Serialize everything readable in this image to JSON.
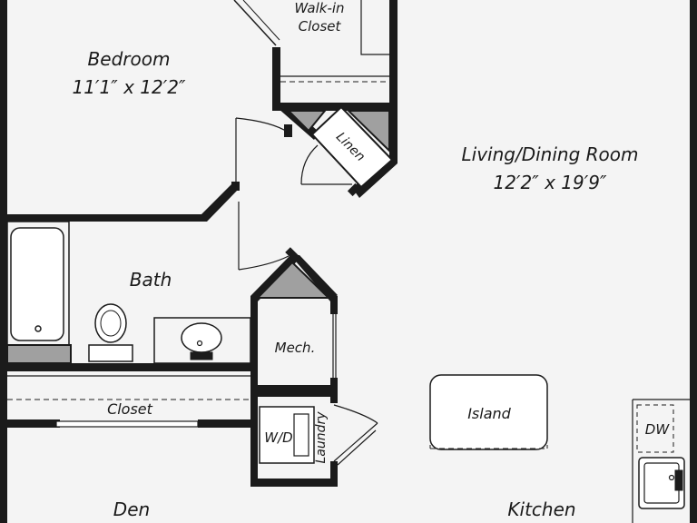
{
  "colors": {
    "wall": "#1b1b1b",
    "floor": "#f4f4f4",
    "fixture": "#ffffff",
    "shade": "#a0a0a0",
    "text": "#1a1a1a"
  },
  "rooms": {
    "walk_in_closet": {
      "line1": "Walk-in",
      "line2": "Closet"
    },
    "bedroom": {
      "name": "Bedroom",
      "size": "11′1″ x 12′2″"
    },
    "linen": {
      "name": "Linen"
    },
    "living": {
      "name": "Living/Dining Room",
      "size": "12′2″ x 19′9″"
    },
    "bath": {
      "name": "Bath"
    },
    "mech": {
      "name": "Mech."
    },
    "closet": {
      "name": "Closet"
    },
    "island": {
      "name": "Island"
    },
    "wd": {
      "name": "W/D"
    },
    "laundry": {
      "name": "Laundry"
    },
    "dw": {
      "name": "DW"
    },
    "den": {
      "name": "Den"
    },
    "kitchen": {
      "name": "Kitchen"
    }
  }
}
